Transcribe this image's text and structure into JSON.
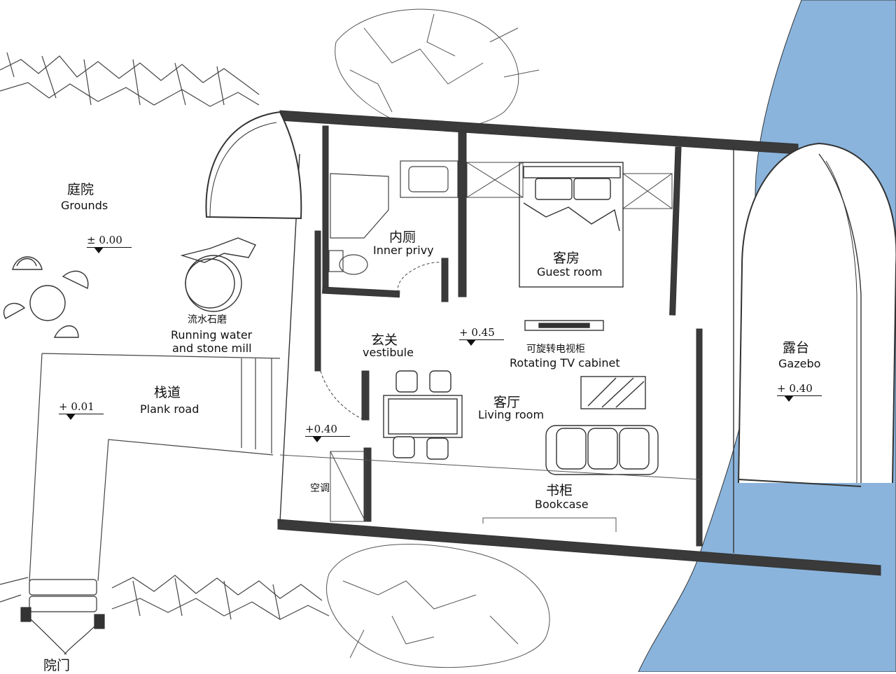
{
  "rooms": {
    "grounds": {
      "zh": "庭院",
      "en": "Grounds"
    },
    "mill": {
      "zh": "流水石磨",
      "en_line1": "Running water",
      "en_line2": "and stone mill"
    },
    "plank": {
      "zh": "栈道",
      "en": "Plank road"
    },
    "gate": {
      "zh": "院门"
    },
    "privy": {
      "zh": "内厕",
      "en": "Inner privy"
    },
    "guest": {
      "zh": "客房",
      "en": "Guest room"
    },
    "vestibule": {
      "zh": "玄关",
      "en": "vestibule"
    },
    "tv": {
      "zh": "可旋转电视柜",
      "en": "Rotating TV cabinet"
    },
    "living": {
      "zh": "客厅",
      "en": "Living room"
    },
    "bookcase": {
      "zh": "书柜",
      "en": "Bookcase"
    },
    "gazebo": {
      "zh": "露台",
      "en": "Gazebo"
    },
    "aircon": {
      "zh": "空调"
    }
  },
  "elevations": {
    "grounds": "± 0.00",
    "plank": "+ 0.01",
    "interior": "+ 0.45",
    "entry": "+0.40",
    "gazebo": "+ 0.40"
  },
  "colors": {
    "water": "#8ab4dc",
    "wall": "#3a3a3a",
    "line": "#555555"
  }
}
